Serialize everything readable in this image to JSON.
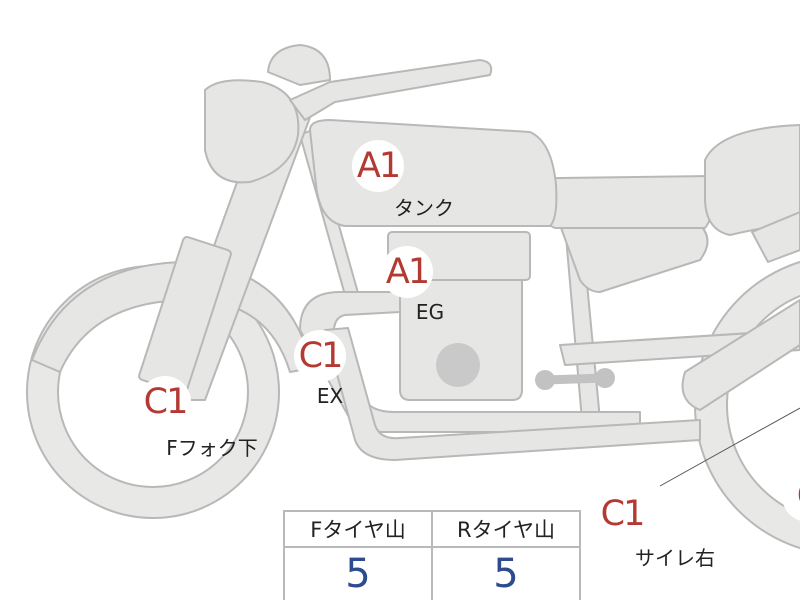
{
  "markers": [
    {
      "id": "tank",
      "code": "A1",
      "label": "タンク"
    },
    {
      "id": "engine",
      "code": "A1",
      "label": "EG"
    },
    {
      "id": "exhaust",
      "code": "C1",
      "label": "EX"
    },
    {
      "id": "ffork",
      "code": "C1",
      "label": "Fフォク下"
    },
    {
      "id": "sider",
      "code": "C1",
      "label": "サイレ右"
    },
    {
      "id": "cut",
      "code": "C",
      "label": ""
    }
  ],
  "tire_table": {
    "headers": [
      "Fタイヤ山",
      "Rタイヤ山"
    ],
    "values": [
      "5",
      "5"
    ]
  },
  "colors": {
    "code": "#b33a32",
    "value": "#2d4c8f",
    "body": "#e6e6e4",
    "outline": "#b9b9b9"
  }
}
